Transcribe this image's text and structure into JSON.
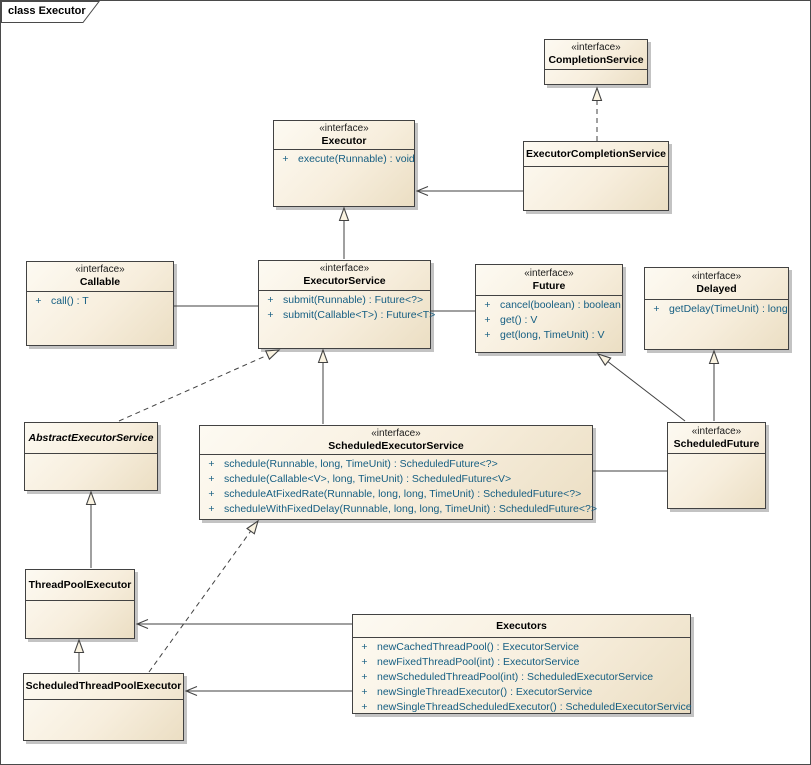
{
  "frame": {
    "title": "class Executor"
  },
  "colors": {
    "box_fill_light": "#fdfaf2",
    "box_fill_dark": "#ebdec3",
    "box_border": "#424242",
    "method_text": "#155e82",
    "shadow": "#c3c3c3",
    "background": "#ffffff"
  },
  "classes": {
    "completion_service": {
      "stereotype": "«interface»",
      "name": "CompletionService",
      "methods": []
    },
    "executor": {
      "stereotype": "«interface»",
      "name": "Executor",
      "methods": [
        {
          "vis": "+",
          "sig": "execute(Runnable) : void"
        }
      ]
    },
    "executor_completion_service": {
      "name": "ExecutorCompletionService",
      "methods": []
    },
    "callable": {
      "stereotype": "«interface»",
      "name": "Callable",
      "methods": [
        {
          "vis": "+",
          "sig": "call() : T"
        }
      ]
    },
    "executor_service": {
      "stereotype": "«interface»",
      "name": "ExecutorService",
      "methods": [
        {
          "vis": "+",
          "sig": "submit(Runnable) : Future<?>"
        },
        {
          "vis": "+",
          "sig": "submit(Callable<T>) : Future<T>"
        }
      ]
    },
    "future": {
      "stereotype": "«interface»",
      "name": "Future",
      "methods": [
        {
          "vis": "+",
          "sig": "cancel(boolean) : boolean"
        },
        {
          "vis": "+",
          "sig": "get() : V"
        },
        {
          "vis": "+",
          "sig": "get(long, TimeUnit) : V"
        }
      ]
    },
    "delayed": {
      "stereotype": "«interface»",
      "name": "Delayed",
      "methods": [
        {
          "vis": "+",
          "sig": "getDelay(TimeUnit) : long"
        }
      ]
    },
    "abstract_executor_service": {
      "name": "AbstractExecutorService",
      "methods": []
    },
    "scheduled_executor_service": {
      "stereotype": "«interface»",
      "name": "ScheduledExecutorService",
      "methods": [
        {
          "vis": "+",
          "sig": "schedule(Runnable, long, TimeUnit) : ScheduledFuture<?>"
        },
        {
          "vis": "+",
          "sig": "schedule(Callable<V>, long, TimeUnit) : ScheduledFuture<V>"
        },
        {
          "vis": "+",
          "sig": "scheduleAtFixedRate(Runnable, long, long, TimeUnit) : ScheduledFuture<?>"
        },
        {
          "vis": "+",
          "sig": "scheduleWithFixedDelay(Runnable, long, long, TimeUnit) : ScheduledFuture<?>"
        }
      ]
    },
    "scheduled_future": {
      "stereotype": "«interface»",
      "name": "ScheduledFuture",
      "methods": []
    },
    "thread_pool_executor": {
      "name": "ThreadPoolExecutor",
      "methods": []
    },
    "scheduled_thread_pool_executor": {
      "name": "ScheduledThreadPoolExecutor",
      "methods": []
    },
    "executors": {
      "name": "Executors",
      "methods": [
        {
          "vis": "+",
          "sig": "newCachedThreadPool() : ExecutorService"
        },
        {
          "vis": "+",
          "sig": "newFixedThreadPool(int) : ExecutorService"
        },
        {
          "vis": "+",
          "sig": "newScheduledThreadPool(int) : ScheduledExecutorService"
        },
        {
          "vis": "+",
          "sig": "newSingleThreadExecutor() : ExecutorService"
        },
        {
          "vis": "+",
          "sig": "newSingleThreadScheduledExecutor() : ScheduledExecutorService"
        }
      ]
    }
  },
  "relationships": [
    {
      "from": "ExecutorCompletionService",
      "to": "CompletionService",
      "type": "realization"
    },
    {
      "from": "ExecutorCompletionService",
      "to": "Executor",
      "type": "directed-association"
    },
    {
      "from": "ExecutorService",
      "to": "Executor",
      "type": "generalization"
    },
    {
      "from": "Callable",
      "to": "ExecutorService",
      "type": "association"
    },
    {
      "from": "ExecutorService",
      "to": "Future",
      "type": "association"
    },
    {
      "from": "AbstractExecutorService",
      "to": "ExecutorService",
      "type": "realization"
    },
    {
      "from": "ScheduledExecutorService",
      "to": "ExecutorService",
      "type": "generalization"
    },
    {
      "from": "ScheduledFuture",
      "to": "Future",
      "type": "generalization"
    },
    {
      "from": "ScheduledFuture",
      "to": "Delayed",
      "type": "generalization"
    },
    {
      "from": "ScheduledExecutorService",
      "to": "ScheduledFuture",
      "type": "association"
    },
    {
      "from": "ThreadPoolExecutor",
      "to": "AbstractExecutorService",
      "type": "generalization"
    },
    {
      "from": "ScheduledThreadPoolExecutor",
      "to": "ThreadPoolExecutor",
      "type": "generalization"
    },
    {
      "from": "ScheduledThreadPoolExecutor",
      "to": "ScheduledExecutorService",
      "type": "realization"
    },
    {
      "from": "Executors",
      "to": "ThreadPoolExecutor",
      "type": "directed-association"
    },
    {
      "from": "Executors",
      "to": "ScheduledThreadPoolExecutor",
      "type": "directed-association"
    }
  ]
}
